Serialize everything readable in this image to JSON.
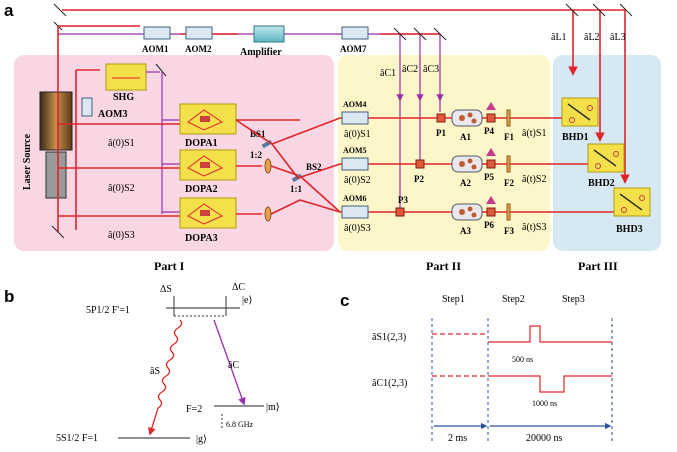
{
  "panels": {
    "a": "a",
    "b": "b",
    "c": "c"
  },
  "parts": {
    "p1": "Part I",
    "p2": "Part II",
    "p3": "Part III"
  },
  "source": {
    "label": "Laser Source"
  },
  "boxes": {
    "aom1": "AOM1",
    "aom2": "AOM2",
    "amplifier": "Amplifier",
    "aom7": "AOM7",
    "shg": "SHG",
    "aom3": "AOM3",
    "dopa1": "DOPA1",
    "dopa2": "DOPA2",
    "dopa3": "DOPA3",
    "bs1": "BS1",
    "bs1_ratio": "1:2",
    "bs2": "BS2",
    "bs2_ratio": "1:1",
    "aom4": "AOM4",
    "aom5": "AOM5",
    "aom6": "AOM6",
    "a1": "A1",
    "a2": "A2",
    "a3": "A3",
    "p1": "P1",
    "p2": "P2",
    "p3": "P3",
    "p4": "P4",
    "p5": "P5",
    "p6": "P6",
    "f1": "F1",
    "f2": "F2",
    "f3": "F3",
    "bhd1": "BHD1",
    "bhd2": "BHD2",
    "bhd3": "BHD3"
  },
  "beams": {
    "s1_in": "â(0)S1",
    "s2_in": "â(0)S2",
    "s3_in": "â(0)S3",
    "s1_0": "â(0)S1",
    "s2_0": "â(0)S2",
    "s3_0": "â(0)S3",
    "s1_t": "â(t)S1",
    "s2_t": "â(t)S2",
    "s3_t": "â(t)S3",
    "c1": "âC1",
    "c2": "âC2",
    "c3": "âC3",
    "l1": "âL1",
    "l2": "âL2",
    "l3": "âL3"
  },
  "level_diagram": {
    "upper_state": "5P1/2  F'=1",
    "lower_state": "5S1/2  F=1",
    "f2_label": "F=2",
    "delta_s": "ΔS",
    "delta_c": "ΔC",
    "ket_e": "|e⟩",
    "ket_m": "|m⟩",
    "ket_g": "|g⟩",
    "signal": "âS",
    "control": "âC",
    "splitting": "6.8 GHz"
  },
  "timing": {
    "step1": "Step1",
    "step2": "Step2",
    "step3": "Step3",
    "signal_label": "âS1(2,3)",
    "control_label": "âC1(2,3)",
    "pulse_s": "500 ns",
    "pulse_c": "1000 ns",
    "dur1": "2 ms",
    "dur2": "20000 ns"
  },
  "colors": {
    "part1_bg": "#f9d6e3",
    "part2_bg": "#fdf6c8",
    "part3_bg": "#d6e9f3",
    "beam_red": "#e0242a",
    "beam_purple": "#9b2fae",
    "dopa": "#f3e04a",
    "timing_blue": "#2a4fa0"
  }
}
